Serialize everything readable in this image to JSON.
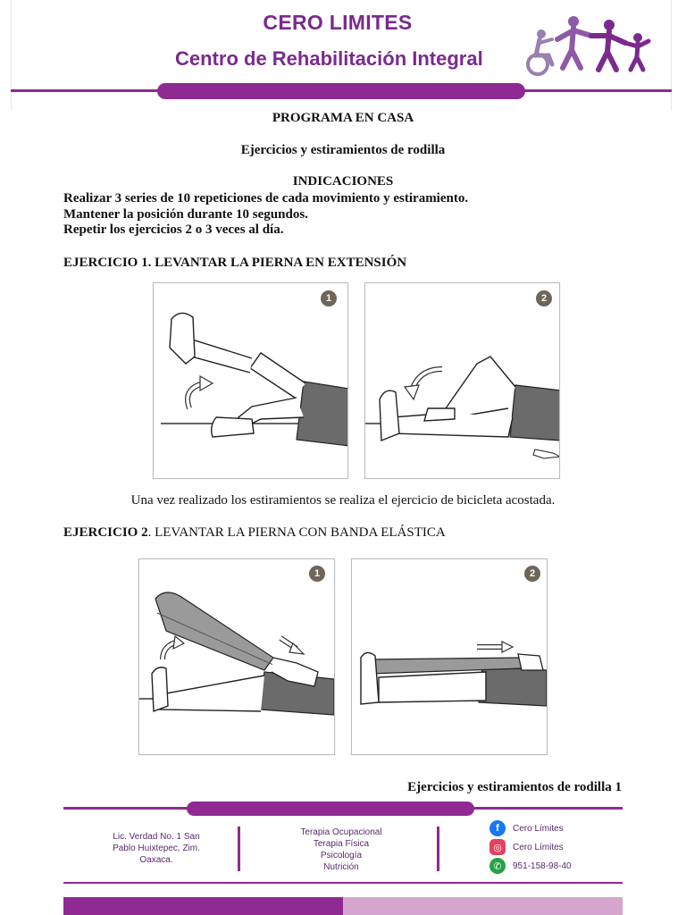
{
  "header": {
    "brand": "CERO LIMITES",
    "subtitle": "Centro de Rehabilitación Integral"
  },
  "program_title": "PROGRAMA EN CASA",
  "doc_title": "Ejercicios y estiramientos de rodilla",
  "indications": {
    "heading": "INDICACIONES",
    "lines": [
      "Realizar 3 series de 10 repeticiones de cada movimiento y estiramiento.",
      "Mantener la posición durante 10 segundos.",
      "Repetir los ejercicios 2 o 3 veces al día."
    ]
  },
  "exercise1": {
    "heading": "EJERCICIO 1. LEVANTAR LA PIERNA EN EXTENSIÓN",
    "steps": [
      "1",
      "2"
    ],
    "note": "Una vez realizado los estiramientos se realiza el ejercicio de bicicleta acostada."
  },
  "exercise2": {
    "heading_bold": "EJERCICIO 2",
    "heading_rest": ". LEVANTAR LA PIERNA CON BANDA ELÁSTICA",
    "steps": [
      "1",
      "2"
    ]
  },
  "footer": {
    "page_ref": "Ejercicios y estiramientos de rodilla 1",
    "address": [
      "Lic. Verdad No. 1 San",
      "Pablo Huixtepec, Zim.",
      "Oaxaca."
    ],
    "services": [
      "Terapia Ocupacional",
      "Terapia Física",
      "Psicología",
      "Nutrición"
    ],
    "facebook": "Cero Límites",
    "instagram": "Cero Límites",
    "whatsapp": "951-158-98-40"
  },
  "colors": {
    "brand": "#8e2a92",
    "brand_light": "#d7a6cf",
    "badge": "#6f6559"
  },
  "icons": {
    "facebook": "facebook-icon",
    "instagram": "instagram-icon",
    "whatsapp": "whatsapp-icon"
  }
}
